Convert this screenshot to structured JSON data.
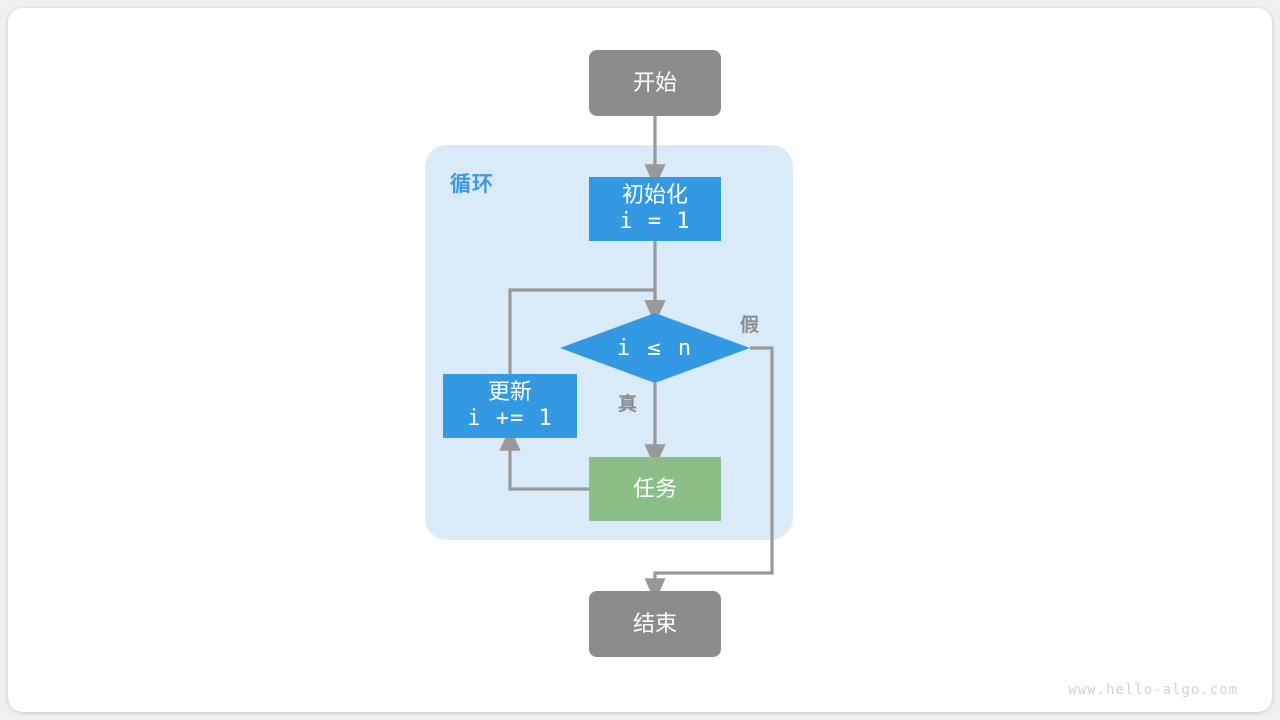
{
  "diagram": {
    "title": "for-loop-flowchart",
    "watermark": "www.hello-algo.com",
    "colors": {
      "terminal": "#8c8c8c",
      "process": "#3399e3",
      "task": "#8cbe87",
      "loop_container": "#d9eaf9",
      "loop_label": "#3d9ae0",
      "edge": "#999999",
      "canvas": "#ffffff",
      "page": "#f0f0f0",
      "watermark": "#d2d2d2"
    },
    "loop_container": {
      "label": "循环"
    },
    "nodes": {
      "start": {
        "label": "开始",
        "shape": "rounded-rect",
        "role": "terminal"
      },
      "init": {
        "label": "初始化",
        "code": "i = 1",
        "shape": "rect",
        "role": "process"
      },
      "condition": {
        "label": "i ≤ n",
        "shape": "diamond",
        "role": "decision"
      },
      "update": {
        "label": "更新",
        "code": "i += 1",
        "shape": "rect",
        "role": "process"
      },
      "task": {
        "label": "任务",
        "shape": "rect",
        "role": "task"
      },
      "end": {
        "label": "结束",
        "shape": "rounded-rect",
        "role": "terminal"
      }
    },
    "edge_labels": {
      "true": "真",
      "false": "假"
    }
  }
}
